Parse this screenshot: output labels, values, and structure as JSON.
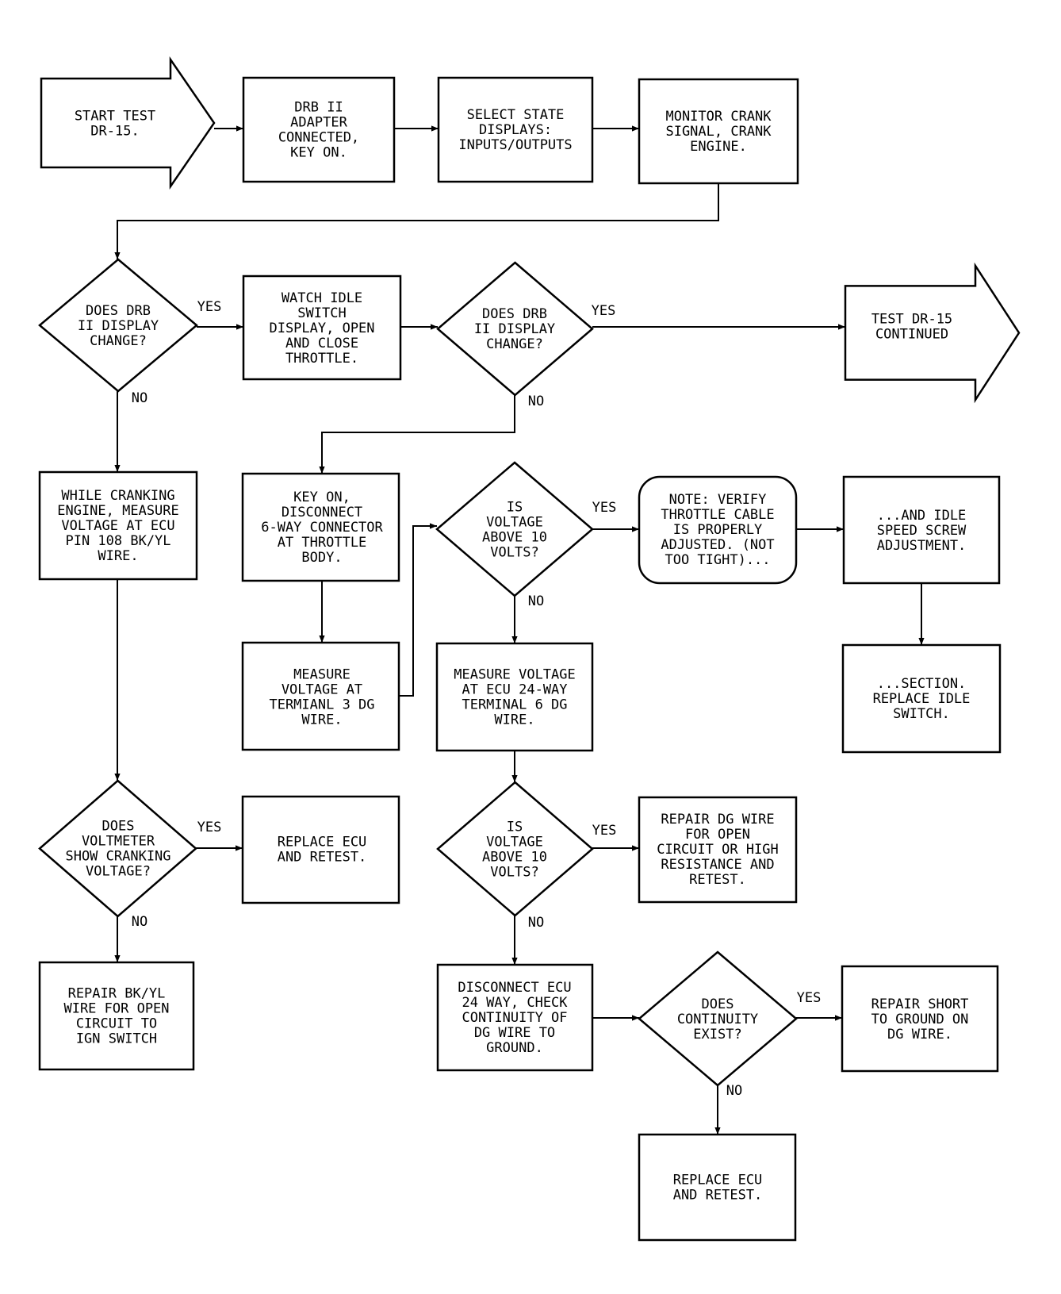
{
  "nodes": {
    "start": [
      "START TEST",
      "DR-15."
    ],
    "n_adapter": [
      "DRB II",
      "ADAPTER",
      "CONNECTED,",
      "KEY ON."
    ],
    "n_select": [
      "SELECT STATE",
      "DISPLAYS:",
      "INPUTS/OUTPUTS"
    ],
    "n_monitor": [
      "MONITOR CRANK",
      "SIGNAL, CRANK",
      "ENGINE."
    ],
    "d_display1": [
      "DOES DRB",
      "II DISPLAY",
      "CHANGE?"
    ],
    "n_watch": [
      "WATCH IDLE",
      "SWITCH",
      "DISPLAY, OPEN",
      "AND CLOSE",
      "THROTTLE."
    ],
    "d_display2": [
      "DOES DRB",
      "II DISPLAY",
      "CHANGE?"
    ],
    "continued": [
      "TEST DR-15",
      "CONTINUED"
    ],
    "n_cranking": [
      "WHILE CRANKING",
      "ENGINE, MEASURE",
      "VOLTAGE AT ECU",
      "PIN 108 BK/YL",
      "WIRE."
    ],
    "n_keyon": [
      "KEY ON,",
      "DISCONNECT",
      "6-WAY CONNECTOR",
      "AT THROTTLE",
      "BODY."
    ],
    "d_volt1": [
      "IS",
      "VOLTAGE",
      "ABOVE 10",
      "VOLTS?"
    ],
    "note": [
      "NOTE: VERIFY",
      "THROTTLE CABLE",
      "IS PROPERLY",
      "ADJUSTED. (NOT",
      "TOO TIGHT)..."
    ],
    "n_idlescrew": [
      "...AND IDLE",
      "SPEED SCREW",
      "ADJUSTMENT."
    ],
    "n_measure3": [
      "MEASURE",
      "VOLTAGE AT",
      "TERMIANL 3 DG",
      "WIRE."
    ],
    "n_measure24": [
      "MEASURE VOLTAGE",
      "AT ECU 24-WAY",
      "TERMINAL 6 DG",
      "WIRE."
    ],
    "n_section": [
      "...SECTION.",
      "REPLACE IDLE",
      "SWITCH."
    ],
    "d_voltmeter": [
      "DOES",
      "VOLTMETER",
      "SHOW CRANKING",
      "VOLTAGE?"
    ],
    "n_replace1": [
      "REPLACE ECU",
      "AND RETEST."
    ],
    "d_volt2": [
      "IS",
      "VOLTAGE",
      "ABOVE 10",
      "VOLTS?"
    ],
    "n_repairdg": [
      "REPAIR DG WIRE",
      "FOR OPEN",
      "CIRCUIT OR HIGH",
      "RESISTANCE AND",
      "RETEST."
    ],
    "n_repairbk": [
      "REPAIR BK/YL",
      "WIRE FOR OPEN",
      "CIRCUIT TO",
      "IGN SWITCH"
    ],
    "n_disconnect": [
      "DISCONNECT ECU",
      "24 WAY, CHECK",
      "CONTINUITY OF",
      "DG WIRE TO",
      "GROUND."
    ],
    "d_continuity": [
      "DOES",
      "CONTINUITY",
      "EXIST?"
    ],
    "n_repairshort": [
      "REPAIR SHORT",
      "TO GROUND ON",
      "DG WIRE."
    ],
    "n_replace2": [
      "REPLACE ECU",
      "AND RETEST."
    ]
  },
  "branch_labels": {
    "d1_yes": "YES",
    "d1_no": "NO",
    "d2_yes": "YES",
    "d2_no": "NO",
    "v1_yes": "YES",
    "v1_no": "NO",
    "vm_yes": "YES",
    "vm_no": "NO",
    "v2_yes": "YES",
    "v2_no": "NO",
    "c_yes": "YES",
    "c_no": "NO"
  }
}
